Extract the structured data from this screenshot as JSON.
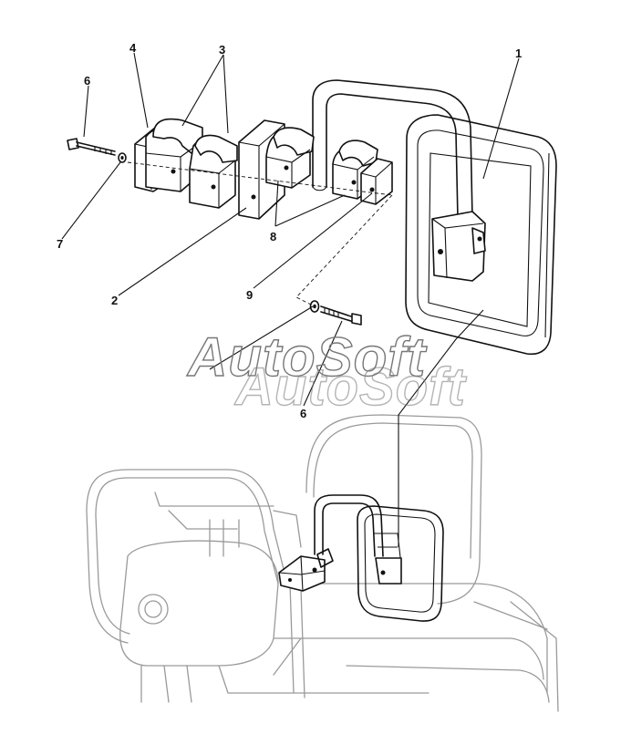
{
  "watermark": "AutoSoft",
  "callouts": {
    "c1": "1",
    "c2": "2",
    "c3": "3",
    "c4": "4",
    "c6a": "6",
    "c6b": "6",
    "c7": "7",
    "c8": "8",
    "c9": "9"
  },
  "colors": {
    "line": "#111111",
    "faint": "#9a9a9a",
    "watermark": "#777777"
  }
}
